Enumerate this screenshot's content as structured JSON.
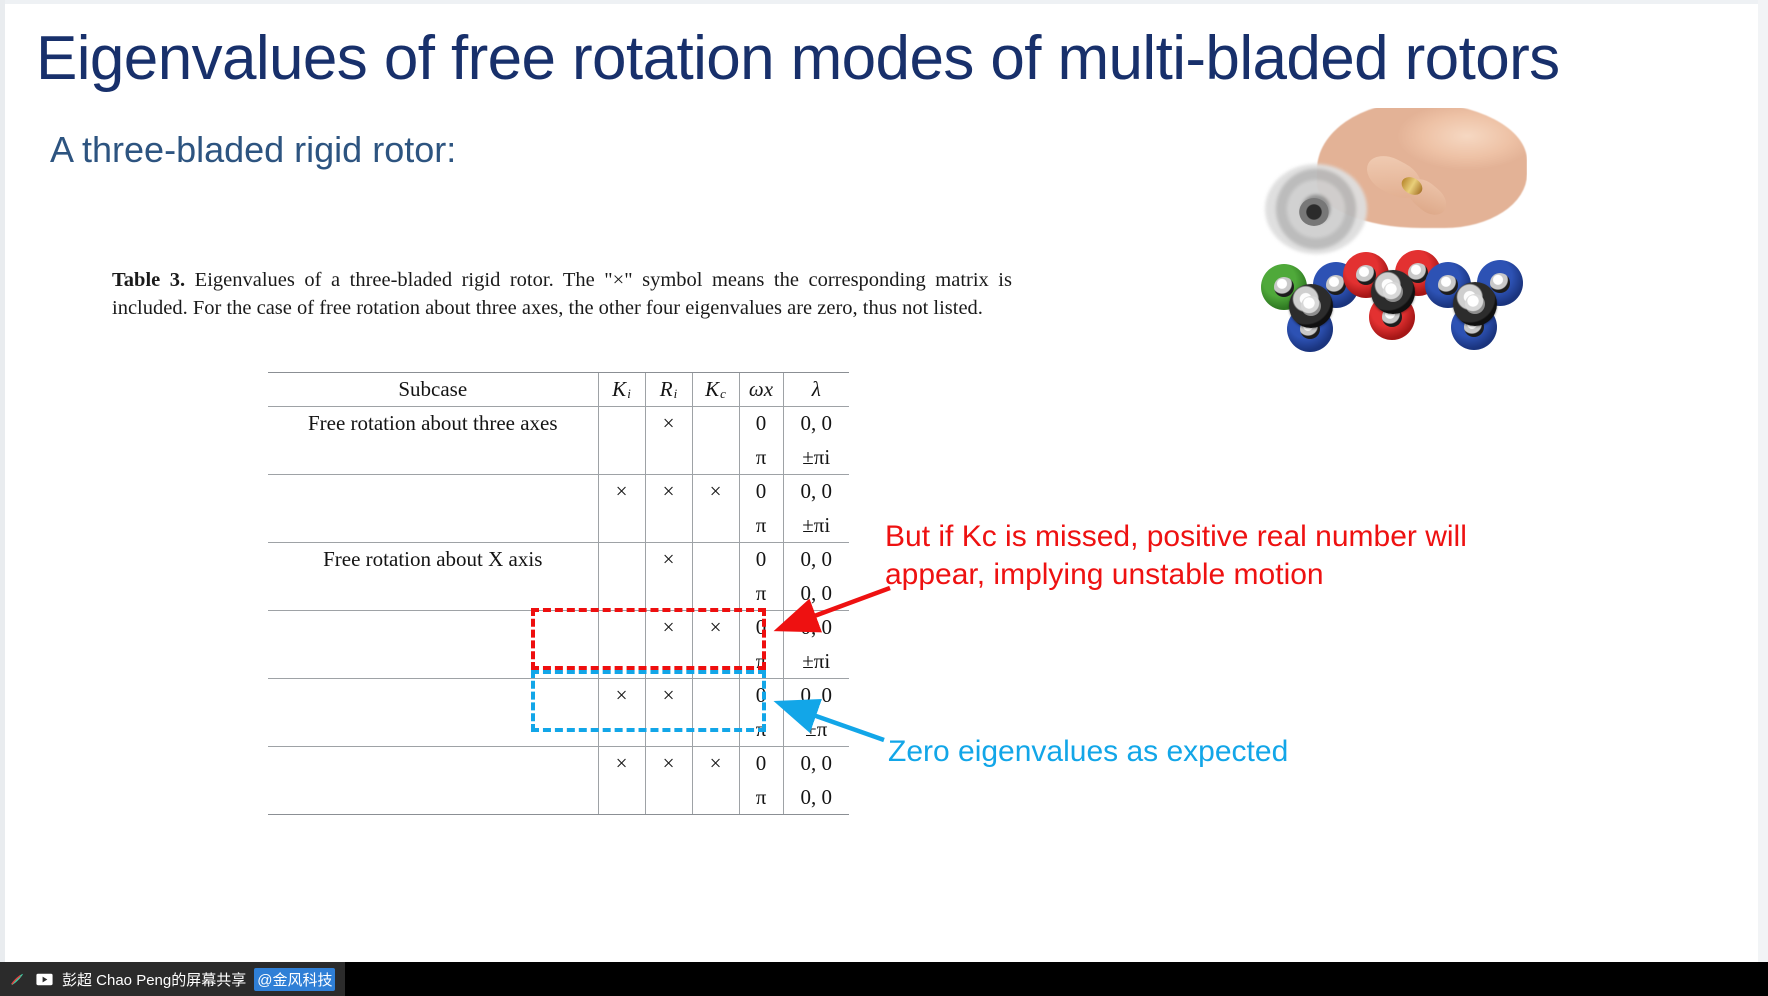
{
  "slide": {
    "title": "Eigenvalues of free rotation modes of multi-bladed rotors",
    "subtitle": "A three-bladed rigid rotor:",
    "title_color": "#18306b",
    "subtitle_color": "#2d5480"
  },
  "caption": {
    "label": "Table 3.",
    "text": " Eigenvalues of a three-bladed rigid rotor. The \"×\" symbol means the corresponding matrix is included. For the case of free rotation about three axes, the other four eigenvalues are zero, thus not listed."
  },
  "table": {
    "headers": [
      "Subcase",
      "K",
      "R",
      "K",
      "ω",
      "λ"
    ],
    "header_subs": [
      "",
      "i",
      "i",
      "c",
      "x",
      ""
    ],
    "rows": [
      {
        "subcase": "Free rotation about three axes",
        "Ki": "",
        "Ri": "×",
        "Kc": "",
        "wx": "0",
        "lam": "0, 0",
        "group_start": true,
        "highlight": "none"
      },
      {
        "subcase": "",
        "Ki": "",
        "Ri": "",
        "Kc": "",
        "wx": "π",
        "lam": "±πi",
        "group_start": false,
        "highlight": "none"
      },
      {
        "subcase": "",
        "Ki": "×",
        "Ri": "×",
        "Kc": "×",
        "wx": "0",
        "lam": "0, 0",
        "group_start": true,
        "highlight": "none"
      },
      {
        "subcase": "",
        "Ki": "",
        "Ri": "",
        "Kc": "",
        "wx": "π",
        "lam": "±πi",
        "group_start": false,
        "highlight": "none"
      },
      {
        "subcase": "Free rotation about X axis",
        "Ki": "",
        "Ri": "×",
        "Kc": "",
        "wx": "0",
        "lam": "0, 0",
        "group_start": true,
        "highlight": "none"
      },
      {
        "subcase": "",
        "Ki": "",
        "Ri": "",
        "Kc": "",
        "wx": "π",
        "lam": "0, 0",
        "group_start": false,
        "highlight": "none"
      },
      {
        "subcase": "",
        "Ki": "",
        "Ri": "×",
        "Kc": "×",
        "wx": "0",
        "lam": "0, 0",
        "group_start": true,
        "highlight": "none"
      },
      {
        "subcase": "",
        "Ki": "",
        "Ri": "",
        "Kc": "",
        "wx": "π",
        "lam": "±πi",
        "group_start": false,
        "highlight": "none"
      },
      {
        "subcase": "",
        "Ki": "×",
        "Ri": "×",
        "Kc": "",
        "wx": "0",
        "lam": "0, 0",
        "group_start": true,
        "highlight": "red"
      },
      {
        "subcase": "",
        "Ki": "",
        "Ri": "",
        "Kc": "",
        "wx": "π",
        "lam": "±π",
        "group_start": false,
        "highlight": "red"
      },
      {
        "subcase": "",
        "Ki": "×",
        "Ri": "×",
        "Kc": "×",
        "wx": "0",
        "lam": "0, 0",
        "group_start": true,
        "highlight": "blue"
      },
      {
        "subcase": "",
        "Ki": "",
        "Ri": "",
        "Kc": "",
        "wx": "π",
        "lam": "0, 0",
        "group_start": false,
        "highlight": "blue"
      }
    ]
  },
  "annotations": {
    "red": {
      "text": "But if Kc is missed, positive real number will appear, implying unstable motion",
      "color": "#ee1111"
    },
    "blue": {
      "text": "Zero eigenvalues as expected",
      "color": "#12a6e8"
    }
  },
  "taskbar": {
    "share_text": "彭超 Chao Peng的屏幕共享",
    "share_highlight": "@金风科技"
  }
}
